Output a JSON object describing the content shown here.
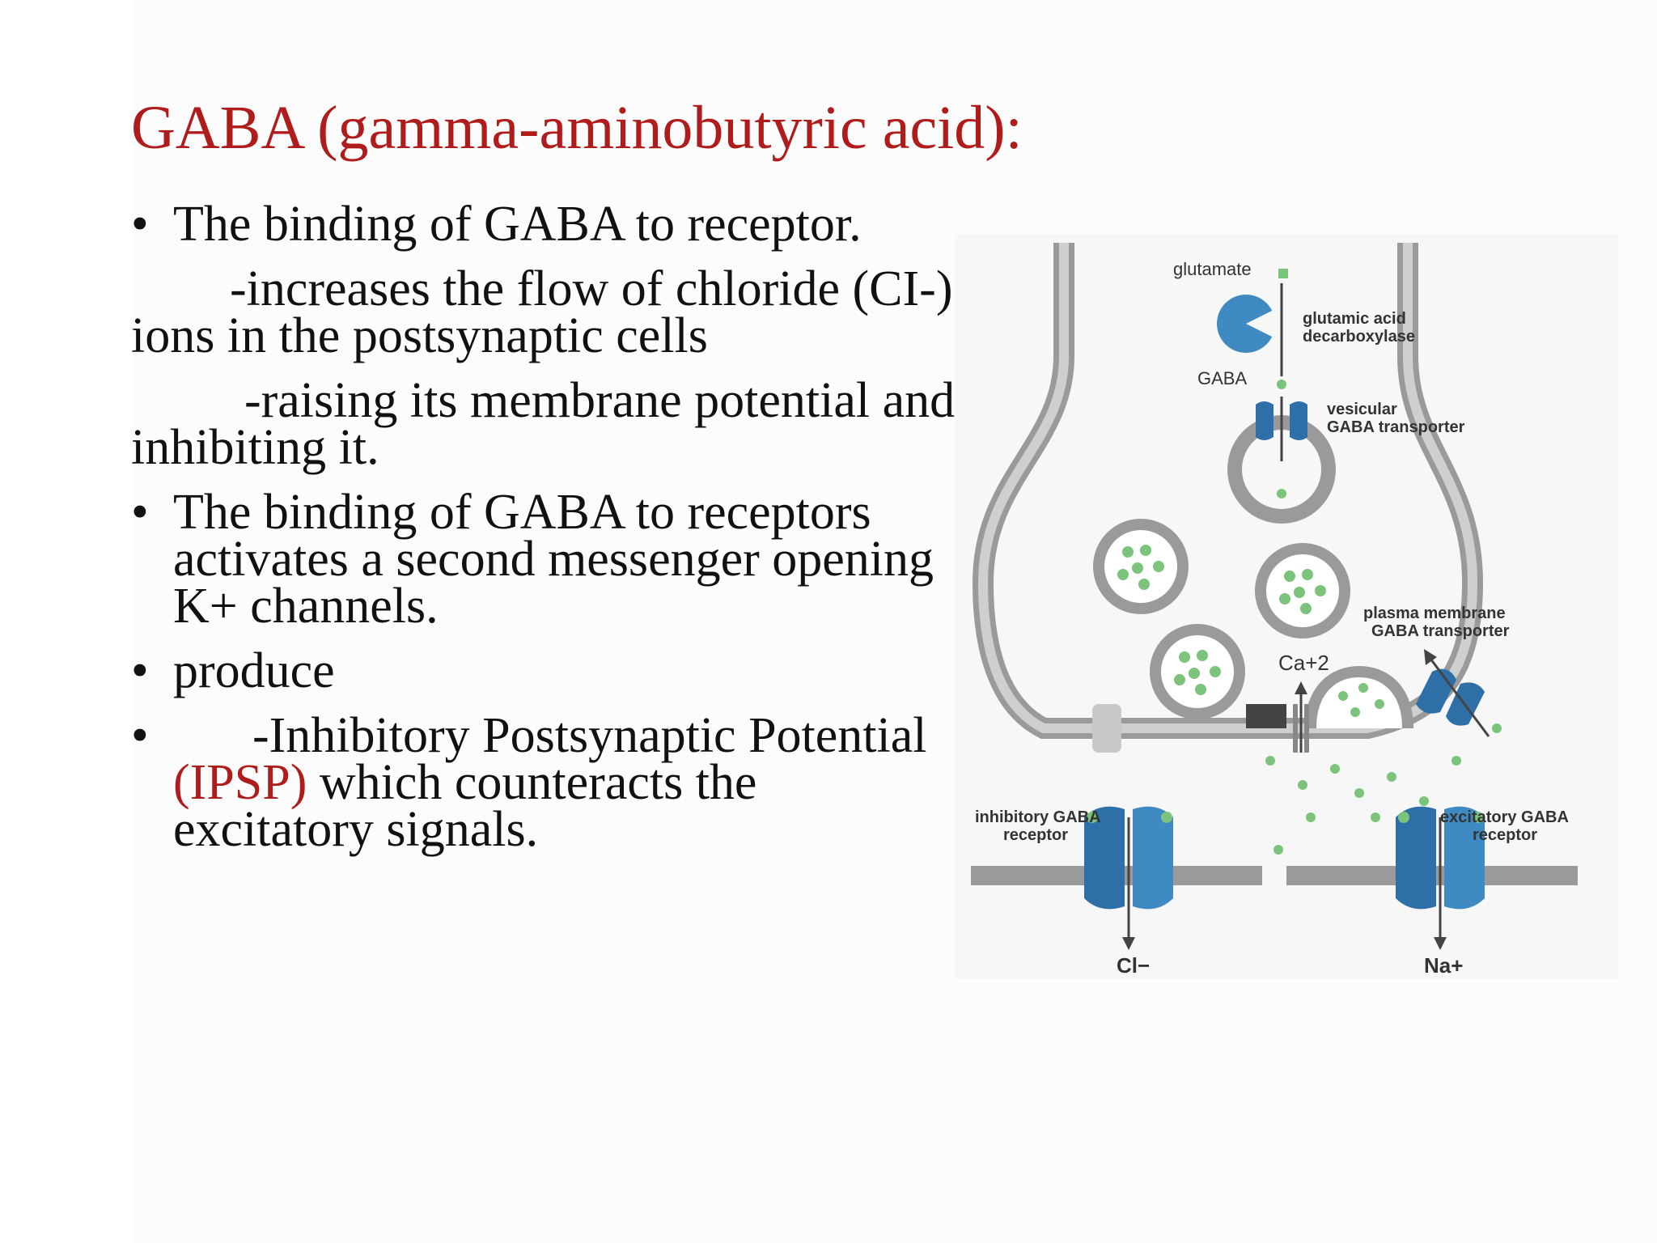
{
  "title": "GABA (gamma-aminobutyric acid):",
  "bullets": [
    {
      "text": "The binding of GABA to receptor."
    },
    {
      "sub": "-increases the flow of chloride (CI-) ions in the postsynaptic cells"
    },
    {
      "sub": "-raising its membrane potential and inhibiting it."
    },
    {
      "text": "The binding of GABA to receptors activates a second messenger opening K+ channels."
    },
    {
      "text": "produce"
    },
    {
      "text_pre": "-Inhibitory Postsynaptic Potential ",
      "highlight": "(IPSP)",
      "text_post": " which counteracts the excitatory signals."
    }
  ],
  "bullet_symbol": "•",
  "diagram": {
    "labels": {
      "glutamate": "glutamate",
      "glutamic_acid": "glutamic acid",
      "decarboxylase": "decarboxylase",
      "gaba": "GABA",
      "vesicular": "vesicular",
      "vesicular_transporter": "GABA transporter",
      "plasma_membrane": "plasma membrane",
      "plasma_transporter": "GABA transporter",
      "calcium": "Ca+2",
      "inhibitory_1": "inhibitory GABA",
      "inhibitory_2": "receptor",
      "excitatory_1": "excitatory GABA",
      "excitatory_2": "receptor",
      "chloride": "Cl−",
      "sodium": "Na+"
    }
  },
  "colors": {
    "title": "#b01c1c",
    "membrane": "#9a9a9a",
    "receptor": "#2f6fa8",
    "gaba_dot": "#7cc47c"
  }
}
